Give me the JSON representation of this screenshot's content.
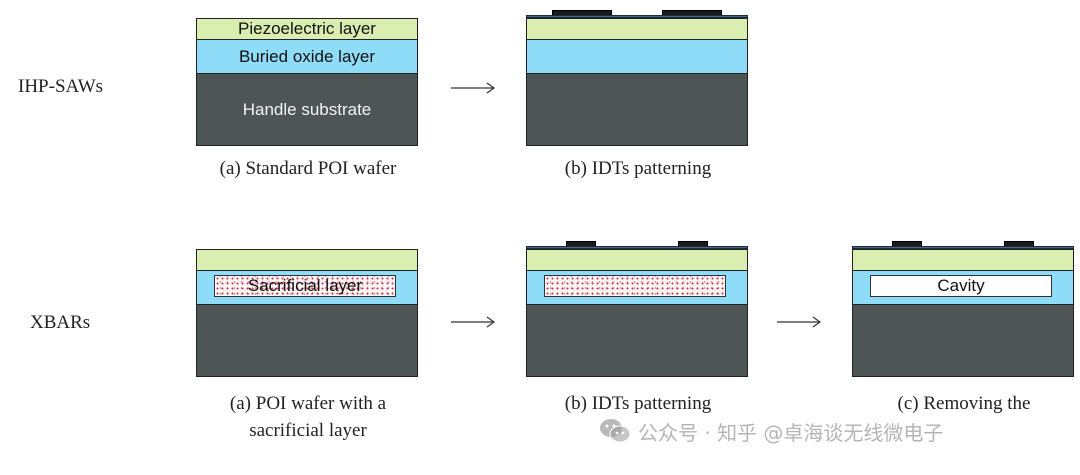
{
  "rows": {
    "ihp": {
      "label": "IHP-SAWs"
    },
    "xbar": {
      "label": "XBARs"
    }
  },
  "layers": {
    "piezo": "Piezoelectric layer",
    "oxide": "Buried oxide layer",
    "handle": "Handle substrate",
    "sacrificial": "Sacrificial layer",
    "cavity": "Cavity"
  },
  "captions": {
    "ihp_a": "(a) Standard POI wafer",
    "ihp_b": "(b) IDTs patterning",
    "xbar_a_line1": "(a) POI wafer with a",
    "xbar_a_line2": "sacrificial layer",
    "xbar_b": "(b) IDTs patterning",
    "xbar_c": "(c) Removing the"
  },
  "watermark": {
    "text": "公众号 · 知乎 @卓海谈无线微电子",
    "icon": "wechat-icon"
  },
  "colors": {
    "piezo": "#d9eeb0",
    "oxide": "#8fdcf8",
    "handle": "#4d5654",
    "electrode": "#1a1a1a",
    "film": "#3e6b8a"
  }
}
